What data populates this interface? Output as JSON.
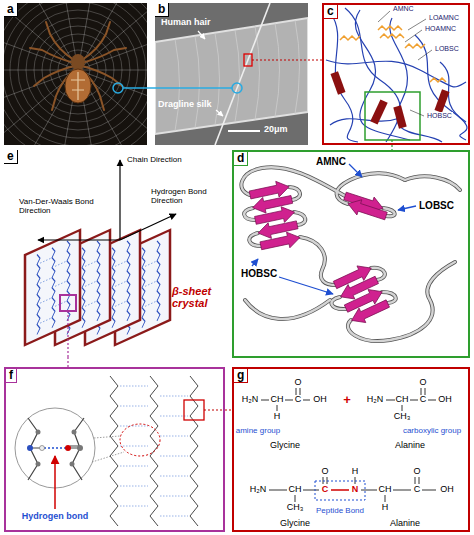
{
  "diagram": {
    "nodes": [
      {
        "text": [
          "a"
        ]
      },
      {
        "text": [
          "b"
        ]
      },
      {
        "text": [
          "c"
        ]
      },
      {
        "text": [
          "d"
        ]
      },
      {
        "text": [
          "e"
        ]
      },
      {
        "text": [
          "f"
        ]
      },
      {
        "text": [
          "g"
        ]
      }
    ],
    "edges": [
      {
        "from": 0,
        "to": 1,
        "arrow": "none"
      },
      {
        "from": 1,
        "to": 2,
        "arrow": "none"
      },
      {
        "from": 2,
        "to": 3,
        "arrow": "none"
      },
      {
        "from": 4,
        "to": 5,
        "arrow": "none"
      },
      {
        "from": 5,
        "to": 6,
        "arrow": "none"
      }
    ],
    "labels": [
      "Human hair",
      "Dragline silk",
      "20μm",
      "AMNC",
      "LOAMNC",
      "HOAMNC",
      "LOBSC",
      "HOBSC",
      "AMNC",
      "LOBSC",
      "HOBSC",
      "Chain Direction",
      "Hydrogen Bond Direction",
      "Van-Der-Waals Bond Direction",
      "β-sheet crystal",
      "Hydrogen bond",
      "H₂N",
      "CH",
      "C",
      "OH",
      "O",
      "H",
      "amine group",
      "Glycine",
      "+",
      "H₂N",
      "CH",
      "C",
      "OH",
      "O",
      "CH₃",
      "carboxylic group",
      "Alanine",
      "H₂N",
      "CH",
      "C",
      "N",
      "CH",
      "C",
      "OH",
      "O",
      "H",
      "O",
      "CH₃",
      "H",
      "Peptide Bond",
      "Glycine",
      "Alanine"
    ]
  }
}
